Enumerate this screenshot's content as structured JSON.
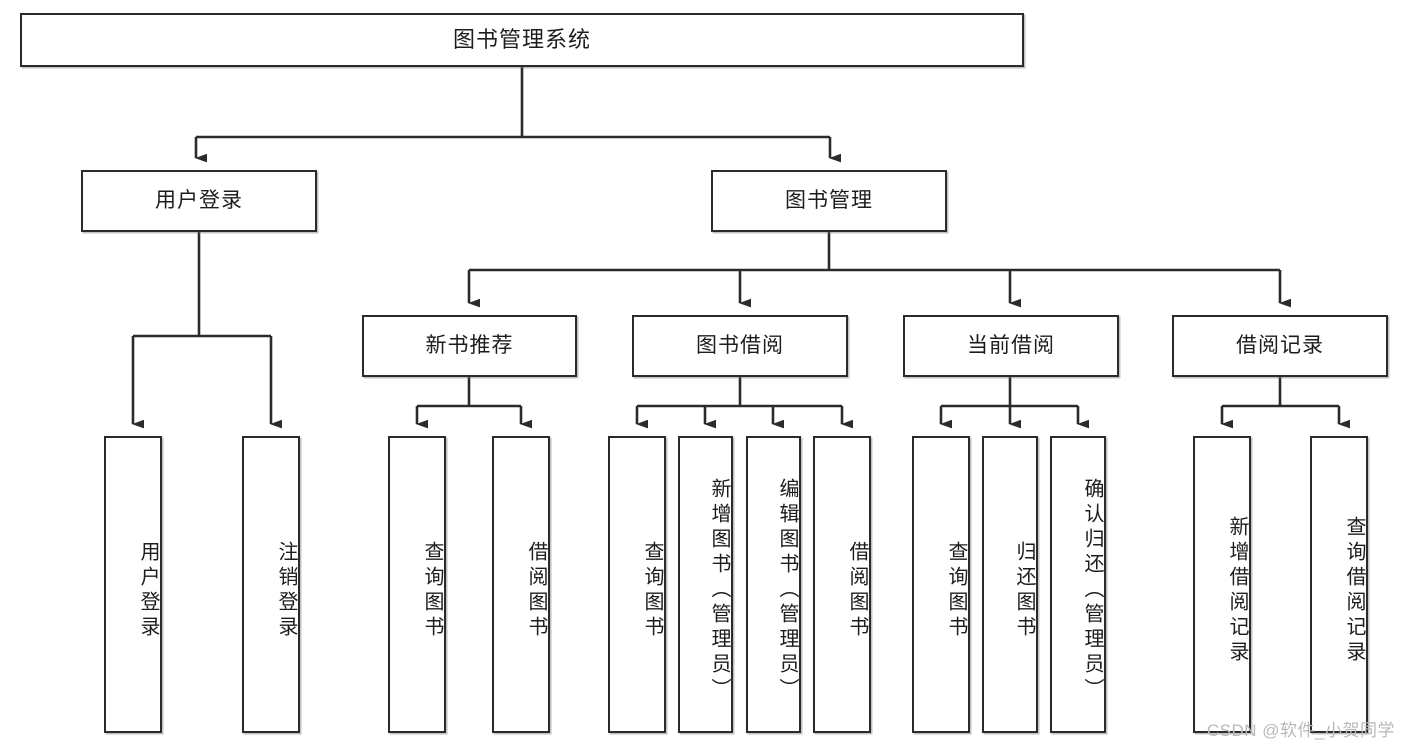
{
  "diagram": {
    "title": "图书管理系统",
    "type": "tree",
    "watermark": "CSDN @软件_小贺同学",
    "colors": {
      "box_border": "#2b2b2b",
      "box_fill": "#ffffff",
      "connector": "#2b2b2b",
      "text": "#1d1d1d",
      "watermark": "#b9b9b9"
    },
    "nodes": {
      "root": {
        "label": "图书管理系统"
      },
      "level2": [
        {
          "label": "用户登录"
        },
        {
          "label": "图书管理"
        }
      ],
      "level3": [
        {
          "label": "新书推荐"
        },
        {
          "label": "图书借阅"
        },
        {
          "label": "当前借阅"
        },
        {
          "label": "借阅记录"
        }
      ],
      "leaves": {
        "user_login": [
          {
            "label": "用户登录"
          },
          {
            "label": "注销登录"
          }
        ],
        "new_book_recommend": [
          {
            "label": "查询图书"
          },
          {
            "label": "借阅图书"
          }
        ],
        "book_borrow": [
          {
            "label": "查询图书"
          },
          {
            "label": "新增图书（管理员）"
          },
          {
            "label": "编辑图书（管理员）"
          },
          {
            "label": "借阅图书"
          }
        ],
        "current_borrow": [
          {
            "label": "查询图书"
          },
          {
            "label": "归还图书"
          },
          {
            "label": "确认归还（管理员）"
          }
        ],
        "borrow_record": [
          {
            "label": "新增借阅记录"
          },
          {
            "label": "查询借阅记录"
          }
        ]
      }
    }
  }
}
